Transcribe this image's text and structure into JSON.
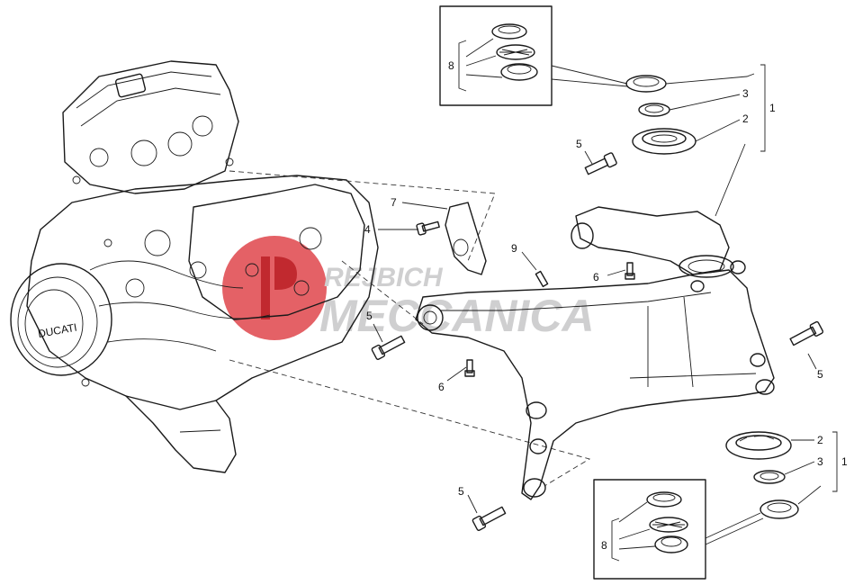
{
  "diagram": {
    "callouts": {
      "c1_top": "1",
      "c2_top": "2",
      "c3_top": "3",
      "c5_top": "5",
      "c7": "7",
      "c4": "4",
      "c9": "9",
      "c6_mid": "6",
      "c5_left": "5",
      "c6_low": "6",
      "c5_right": "5",
      "c8_top": "8",
      "c2_bottom": "2",
      "c3_bottom": "3",
      "c1_bottom": "1",
      "c5_bottom": "5",
      "c8_bottom": "8"
    },
    "watermark": {
      "line1": "REJBICH",
      "line2": "MECCANICA",
      "color": "#d9242b",
      "text_color": "#c8c8ca"
    },
    "engine_badge": "DUCATI"
  }
}
